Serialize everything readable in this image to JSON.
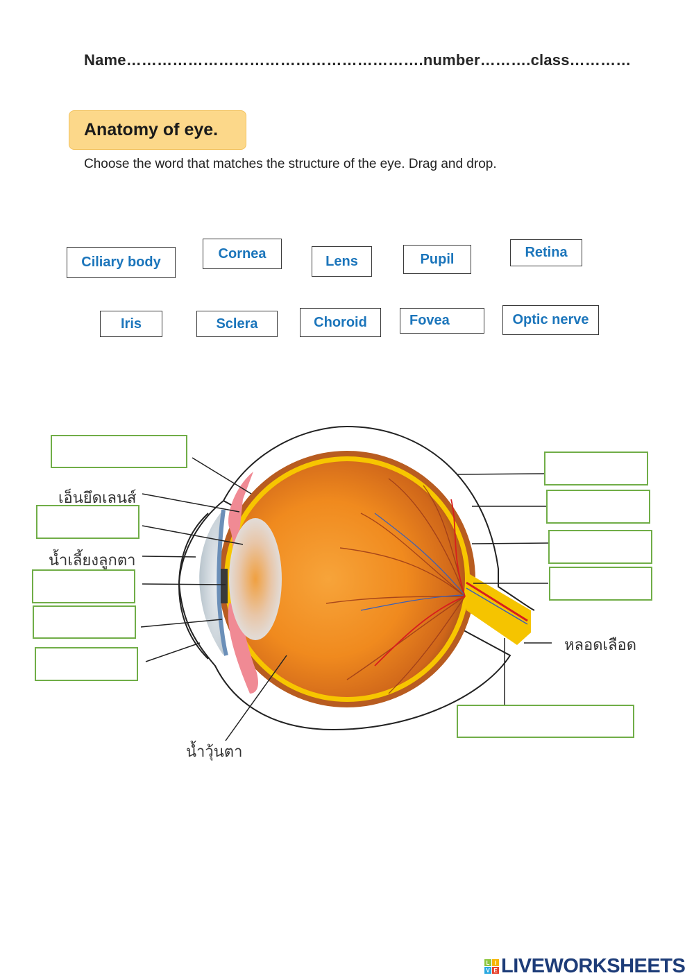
{
  "header": {
    "name_line": "Name………………………………………………….number……….class…………"
  },
  "title": "Anatomy of eye.",
  "instructions": "Choose the word that matches the structure of the eye. Drag and drop.",
  "word_bank": [
    {
      "label": "Ciliary body"
    },
    {
      "label": "Cornea"
    },
    {
      "label": "Lens"
    },
    {
      "label": "Pupil"
    },
    {
      "label": "Retina"
    },
    {
      "label": "Iris"
    },
    {
      "label": "Sclera"
    },
    {
      "label": "Choroid"
    },
    {
      "label": "Fovea"
    },
    {
      "label": "Optic nerve"
    }
  ],
  "diagram": {
    "thai_labels": {
      "suspensory_ligament": "เอ็นยึดเลนส์",
      "aqueous_humor": "น้ำเลี้ยงลูกตา",
      "vitreous_humor": "น้ำวุ้นตา",
      "blood_vessel": "หลอดเลือด"
    },
    "drop_zones": [
      {
        "id": "left-1",
        "value": ""
      },
      {
        "id": "left-2",
        "value": ""
      },
      {
        "id": "left-3",
        "value": ""
      },
      {
        "id": "left-4",
        "value": ""
      },
      {
        "id": "left-5",
        "value": ""
      },
      {
        "id": "right-1",
        "value": ""
      },
      {
        "id": "right-2",
        "value": ""
      },
      {
        "id": "right-3",
        "value": ""
      },
      {
        "id": "right-4",
        "value": ""
      },
      {
        "id": "bottom-1",
        "value": ""
      }
    ],
    "colors": {
      "drop_border": "#70ad47",
      "word_text": "#1b75bb",
      "title_bg": "#fcd88a"
    }
  },
  "footer": {
    "logo_text": "LIVEWORKSHEETS",
    "logo_letters": [
      "L",
      "I",
      "V",
      "E"
    ]
  }
}
